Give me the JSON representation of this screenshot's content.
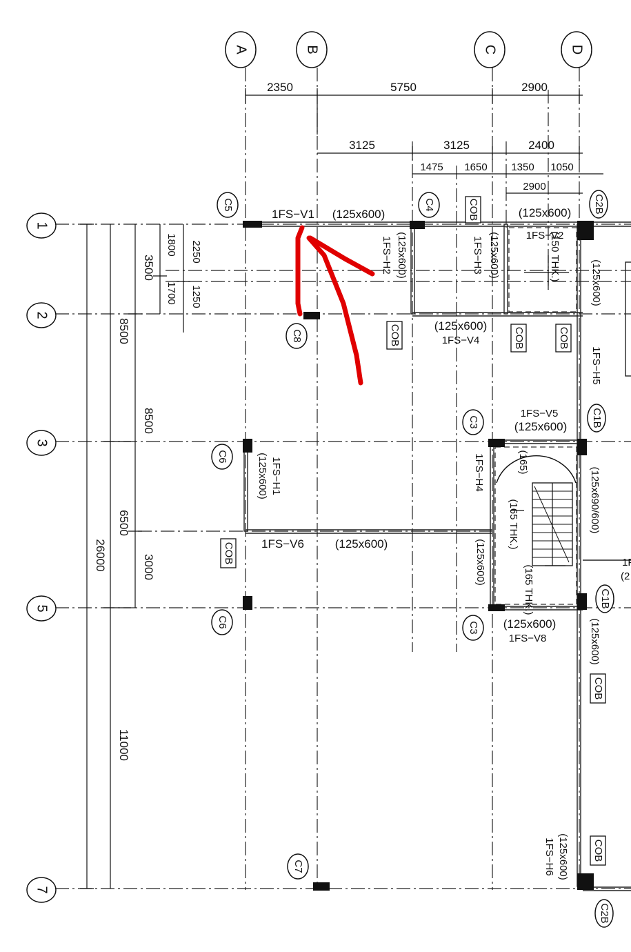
{
  "grid_top": [
    "A",
    "B",
    "C",
    "D"
  ],
  "grid_left": [
    "1",
    "2",
    "3",
    "5",
    "7"
  ],
  "dims_top_row1": [
    "2350",
    "5750",
    "2900"
  ],
  "dims_top_row2": [
    "3125",
    "3125",
    "2400"
  ],
  "dims_top_row3": [
    "1475",
    "1650",
    "1350",
    "1050"
  ],
  "dims_top_row4": [
    "2900"
  ],
  "dims_left_outer": [
    "26000"
  ],
  "dims_left_mid": [
    "8500",
    "6500",
    "11000"
  ],
  "dims_left_inner": [
    "3500",
    "8500",
    "3000"
  ],
  "dims_left_small": [
    "1800",
    "1700"
  ],
  "dims_left_tiny": [
    "2250",
    "1250"
  ],
  "columns": [
    "C5",
    "C4",
    "C2B",
    "C8",
    "C3",
    "C1B",
    "C6",
    "C6",
    "C3",
    "C1B",
    "C7",
    "C2B"
  ],
  "beams": {
    "v1": "1FS−V1",
    "v1_size": "(125x600)",
    "v2": "1FS−V2",
    "v2_size": "(125x600)",
    "v4_size": "(125x600)",
    "v4": "1FS−V4",
    "v5": "1FS−V5",
    "v5_size": "(125x600)",
    "v6": "1FS−V6",
    "v6_size": "(125x600)",
    "v8_size": "(125x600)",
    "v8": "1FS−V8",
    "h1": "1FS−H1",
    "h1_size": "(125x600)",
    "h2": "1FS−H2",
    "h2_size": "(125x600)",
    "h3": "1FS−H3",
    "h3_size": "(125x600)",
    "h4": "1FS−H4",
    "h5": "1FS−H5",
    "h5_size": "(125x600)",
    "h6": "1FS−H6",
    "h6_size": "(125x600)",
    "stair_beam_size": "(125x690/600)",
    "c3_beam_size": "(125x600)",
    "d5_size": "(125x600)"
  },
  "slabs": {
    "s1": "(150 THK.)",
    "s2": "(165)",
    "s3": "(165 THK.)",
    "s4": "(165 THK.)"
  },
  "cob_label": "COB",
  "edge_text": {
    "e1": "1F",
    "e2": "(2"
  }
}
